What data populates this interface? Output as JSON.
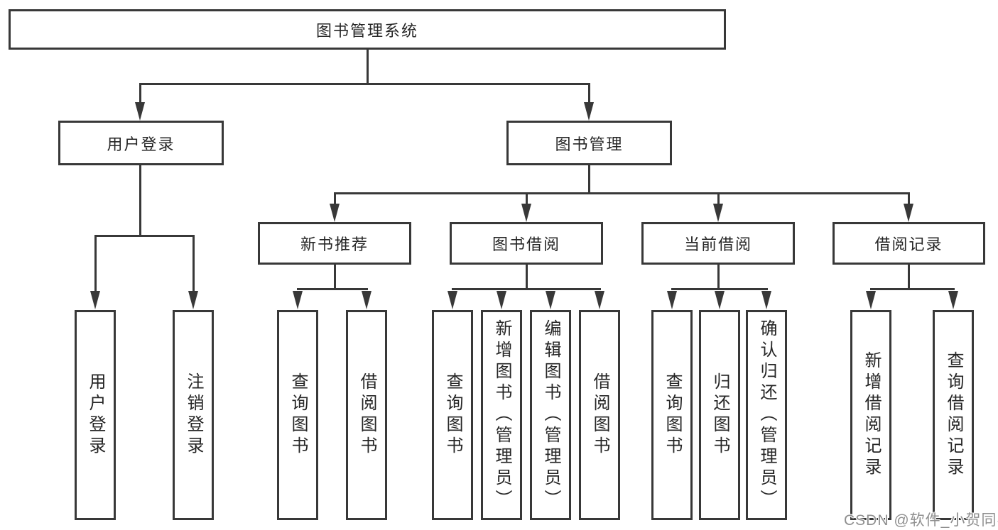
{
  "colors": {
    "line": "#383838",
    "text": "#262626",
    "background": "#ffffff",
    "watermark": "#8f8f8f"
  },
  "diagram": {
    "root": {
      "label": "图书管理系统"
    },
    "branches": [
      {
        "label": "用户登录",
        "children": [
          {
            "label": "用户登录"
          },
          {
            "label": "注销登录"
          }
        ]
      },
      {
        "label": "图书管理",
        "children": [
          {
            "label": "新书推荐",
            "children": [
              {
                "label": "查询图书"
              },
              {
                "label": "借阅图书"
              }
            ]
          },
          {
            "label": "图书借阅",
            "children": [
              {
                "label": "查询图书"
              },
              {
                "label": "新增图书（管理员）"
              },
              {
                "label": "编辑图书（管理员）"
              },
              {
                "label": "借阅图书"
              }
            ]
          },
          {
            "label": "当前借阅",
            "children": [
              {
                "label": "查询图书"
              },
              {
                "label": "归还图书"
              },
              {
                "label": "确认归还（管理员）"
              }
            ]
          },
          {
            "label": "借阅记录",
            "children": [
              {
                "label": "新增借阅记录"
              },
              {
                "label": "查询借阅记录"
              }
            ]
          }
        ]
      }
    ]
  },
  "watermark": {
    "text": "CSDN @软件_小贺同学"
  }
}
